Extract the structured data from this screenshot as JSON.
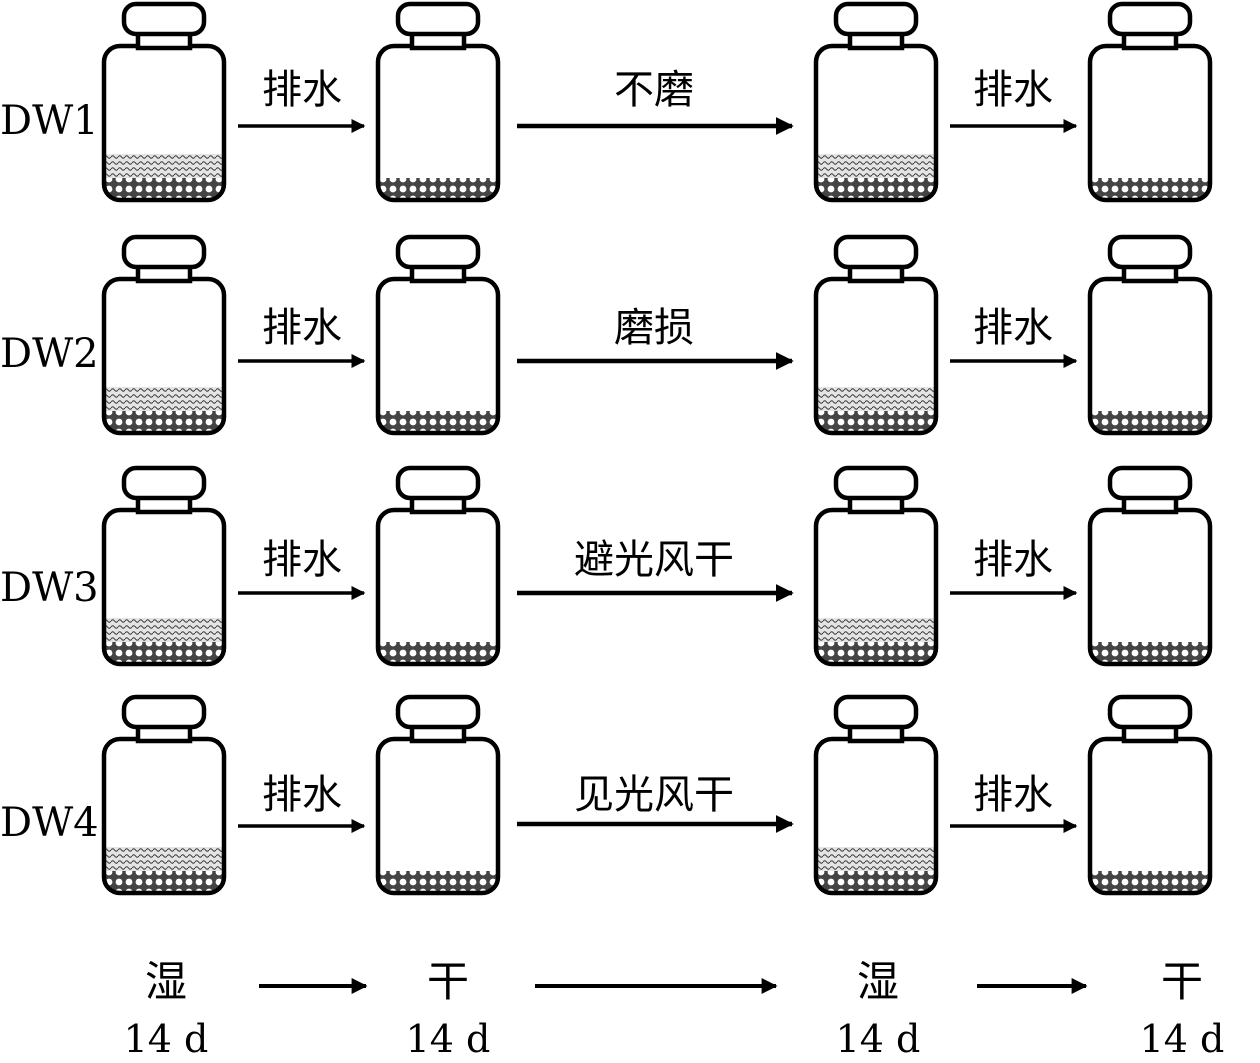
{
  "rows": [
    {
      "label": "DW1",
      "step_label": "排水",
      "process_label": "不磨",
      "step2_label": "排水"
    },
    {
      "label": "DW2",
      "step_label": "排水",
      "process_label": "磨损",
      "step2_label": "排水"
    },
    {
      "label": "DW3",
      "step_label": "排水",
      "process_label": "避光风干",
      "step2_label": "排水"
    },
    {
      "label": "DW4",
      "step_label": "排水",
      "process_label": "见光风干",
      "step2_label": "排水"
    }
  ],
  "timeline": {
    "stages": [
      {
        "state": "湿",
        "duration": "14 d"
      },
      {
        "state": "干",
        "duration": "14 d"
      },
      {
        "state": "湿",
        "duration": "14 d"
      },
      {
        "state": "干",
        "duration": "14 d"
      }
    ]
  },
  "jar_states": [
    "wet",
    "dry",
    "wet",
    "dry"
  ],
  "colors": {
    "ink": "#000000",
    "background": "#ffffff",
    "wet_layer": "#cfcfcf"
  }
}
